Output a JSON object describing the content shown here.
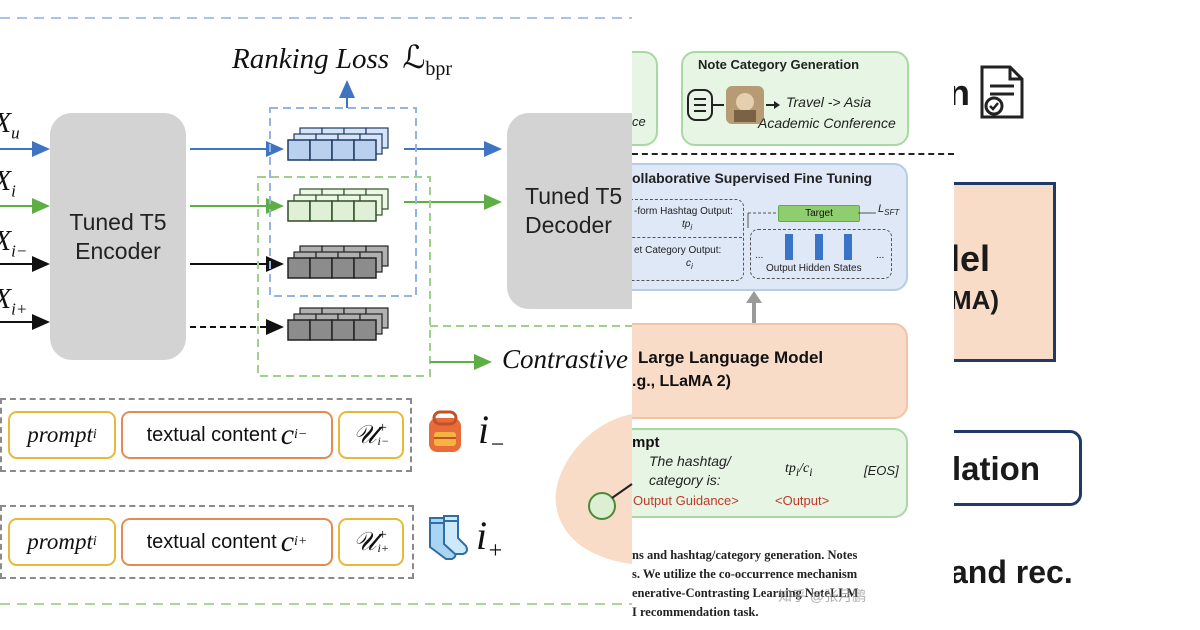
{
  "left": {
    "ranking_loss_text": "Ranking Loss",
    "ranking_loss_math": "ℒ",
    "ranking_loss_sub": "bpr",
    "inputs": [
      {
        "base": "X",
        "sub": "u"
      },
      {
        "base": "X",
        "sub": "i"
      },
      {
        "base": "X",
        "sub": "i−"
      },
      {
        "base": "X",
        "sub": "i+"
      }
    ],
    "encoder_line1": "Tuned T5",
    "encoder_line2": "Encoder",
    "decoder_line1": "Tuned T5",
    "decoder_line2": "Decoder",
    "contrastive_label": "Contrastive",
    "row_neg": {
      "prompt_label": "prompt",
      "prompt_sub": "i",
      "textual_label": "textual content",
      "c_base": "c",
      "c_sub": "i−",
      "u_base": "𝒰",
      "u_sup": "+",
      "u_sub": "i−",
      "item_icon": "backpack-icon",
      "item_base": "i",
      "item_sub": "−"
    },
    "row_pos": {
      "prompt_label": "prompt",
      "prompt_sub": "i",
      "textual_label": "textual content",
      "c_base": "c",
      "c_sub": "i+",
      "u_base": "𝒰",
      "u_sup": "+",
      "u_sub": "i+",
      "item_icon": "socks-icon",
      "item_base": "i",
      "item_sub": "+"
    },
    "colors": {
      "blue": "#3f74c2",
      "green": "#5fae45",
      "gray": "#7a7a7a",
      "dash_blue": "#94b5e0",
      "dash_green": "#9fd18e"
    }
  },
  "middle": {
    "partial_box_text": "ce",
    "note_cat_title": "Note Category Generation",
    "note_cat_line1": "Travel -> Asia",
    "note_cat_line2": "Academic Conference",
    "sft_title": "ollaborative Supervised Fine Tuning",
    "sft_left_line1": "-form Hashtag Output:",
    "sft_left_line2": "tp",
    "sft_left_line2_sub": "i",
    "sft_left_line3": "et Category Output:",
    "sft_left_line4": "c",
    "sft_left_line4_sub": "i",
    "target_label": "Target",
    "loss_label": "L",
    "loss_sub": "SFT",
    "hidden_states_label": "Output Hidden States",
    "dots": "...",
    "llm_line1": "Large Language Model",
    "llm_line2": ".g., LLaMA 2)",
    "prompt_title": "mpt",
    "prompt_text1": "The hashtag/",
    "prompt_text2": "category is:",
    "prompt_var": "tp",
    "prompt_var_sub": "i",
    "prompt_var2": "/c",
    "prompt_var2_sub": "i",
    "prompt_eos": "[EOS]",
    "guidance_label": "Output Guidance>",
    "output_label": "<Output>",
    "caption_lines": [
      "ns and hashtag/category generation. Notes",
      "s. We utilize the co-occurrence mechanism",
      "enerative-Contrasting Learning NoteLLM",
      "I recommendation task."
    ],
    "watermark": "知乎 @张月鹏"
  },
  "right": {
    "top_partial": "n",
    "doc_icon": "document-check-icon",
    "model_partial": "lel",
    "model_sub_partial": "MA)",
    "lation_partial": "lation",
    "bottom_partial": "and rec."
  }
}
